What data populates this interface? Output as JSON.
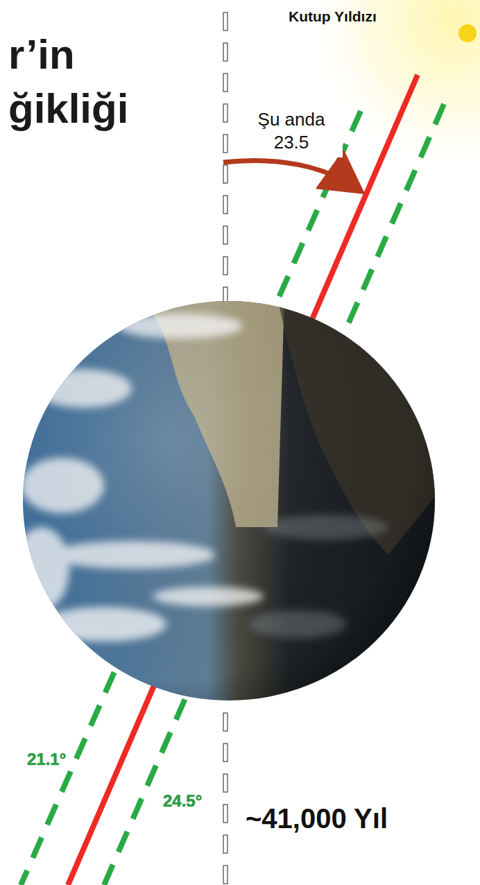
{
  "diagram": {
    "title": "r’in ğikliği",
    "labels": [
      "Kutup Yıldızı",
      "Şu anda 23.5",
      "21.1°",
      "24.5°",
      "~41,000 Yıl"
    ]
  }
}
